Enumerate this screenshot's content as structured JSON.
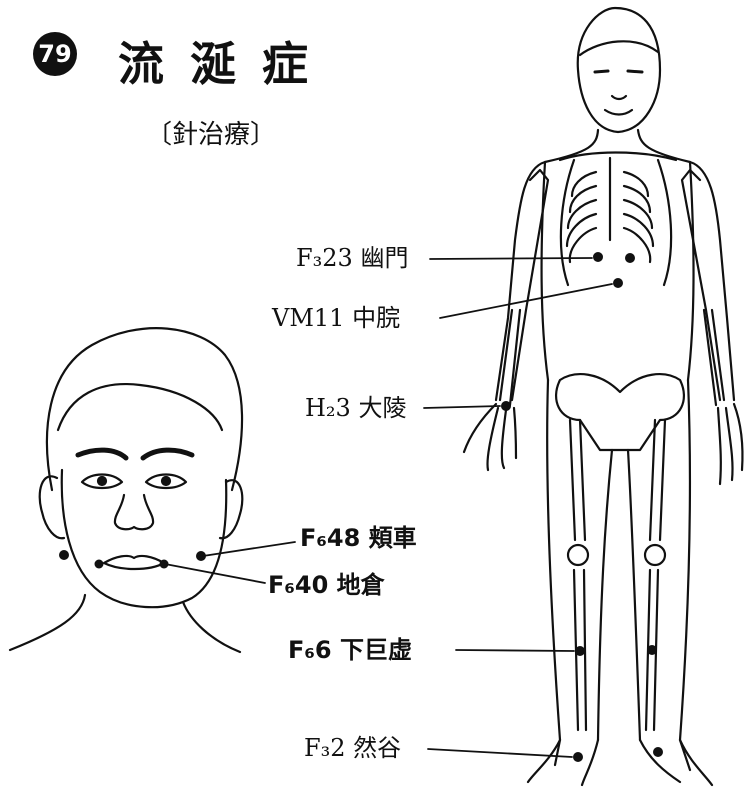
{
  "header": {
    "number": "79",
    "title": "流涎症",
    "subtitle": "〔針治療〕"
  },
  "points": [
    {
      "id": "f3-23",
      "label": "F₃23 幽門"
    },
    {
      "id": "vm11",
      "label": "VM11 中脘"
    },
    {
      "id": "h2-3",
      "label": "H₂3 大陵"
    },
    {
      "id": "f6-48",
      "label": "F₆48 頬車"
    },
    {
      "id": "f6-40",
      "label": "F₆40 地倉"
    },
    {
      "id": "f6-6",
      "label": "F₆6 下巨虚"
    },
    {
      "id": "f3-2",
      "label": "F₃2 然谷"
    }
  ]
}
